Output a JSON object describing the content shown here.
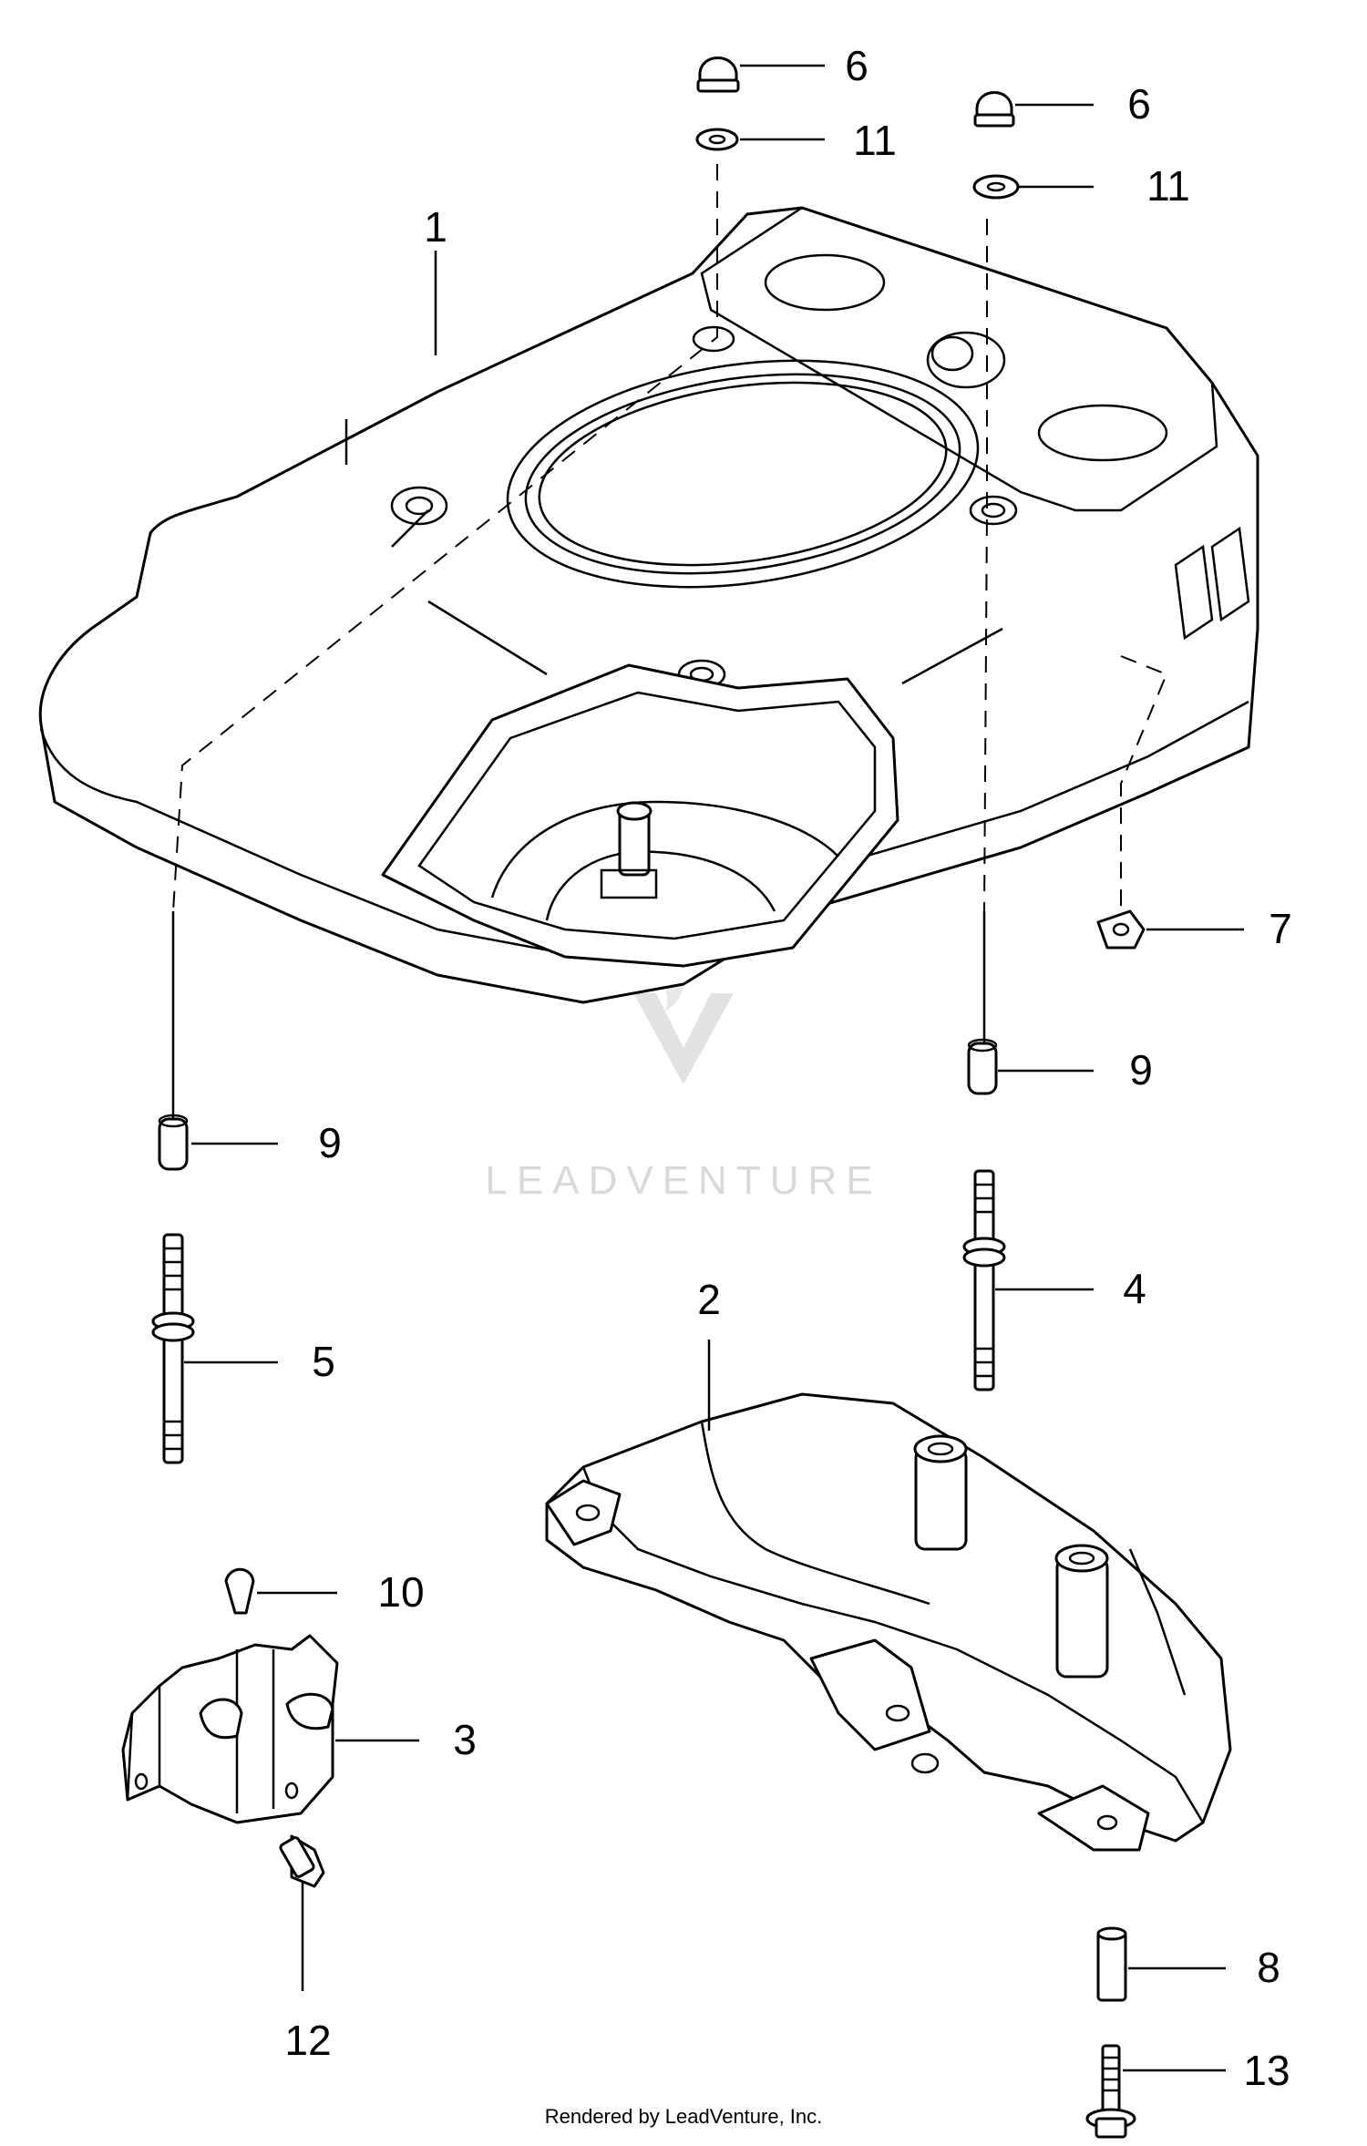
{
  "callouts": {
    "c1": "1",
    "c2": "2",
    "c3": "3",
    "c4": "4",
    "c5": "5",
    "c6a": "6",
    "c6b": "6",
    "c7": "7",
    "c8": "8",
    "c9a": "9",
    "c9b": "9",
    "c10": "10",
    "c11a": "11",
    "c11b": "11",
    "c12": "12",
    "c13": "13"
  },
  "watermark": "LEADVENTURE",
  "credit": "Rendered by LeadVenture, Inc."
}
